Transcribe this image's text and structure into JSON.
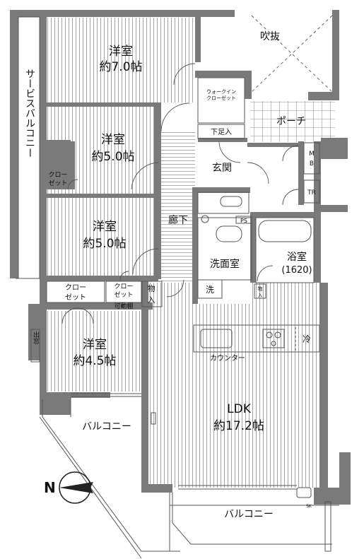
{
  "rooms": {
    "western1": {
      "name": "洋室",
      "size": "約7.0帖"
    },
    "western2": {
      "name": "洋室",
      "size": "約5.0帖"
    },
    "western3": {
      "name": "洋室",
      "size": "約5.0帖"
    },
    "western4": {
      "name": "洋室",
      "size": "約4.5帖"
    },
    "ldk": {
      "name": "LDK",
      "size": "約17.2帖"
    },
    "entrance": "玄関",
    "corridor": "廊下",
    "washroom": "洗面室",
    "bath": {
      "name": "浴室",
      "size": "(1620)"
    },
    "porch": "ポーチ",
    "void": "吹抜"
  },
  "labels": {
    "service_balcony": "サービスバルコニー",
    "balcony_west": "バルコニー",
    "balcony_south": "バルコニー",
    "walkin_closet_1": "ウォークイン",
    "walkin_closet_2": "クローゼット",
    "shoe_storage": "下足入",
    "closet_side_1": "クロー",
    "closet_side_2": "ゼット",
    "closet_a_1": "クロー",
    "closet_a_2": "ゼット",
    "closet_b_1": "クロー",
    "closet_b_2": "ゼット",
    "storage_1": "物",
    "storage_2": "入",
    "movable_shelf": "可動棚",
    "bay_window": "出窓",
    "washer": "洗",
    "small_storage_1": "物",
    "small_storage_2": "入",
    "counter": "カウンター",
    "fridge": "冷",
    "ps": "PS",
    "mb_1": "M",
    "mb_2": "B",
    "tr": "TR",
    "sk": "SK",
    "compass_n": "N"
  },
  "colors": {
    "wall": "#7a7a7a",
    "floor_hatch": "#9a9a9a",
    "tile_grid": "#6a6a6a",
    "text": "#111111"
  }
}
